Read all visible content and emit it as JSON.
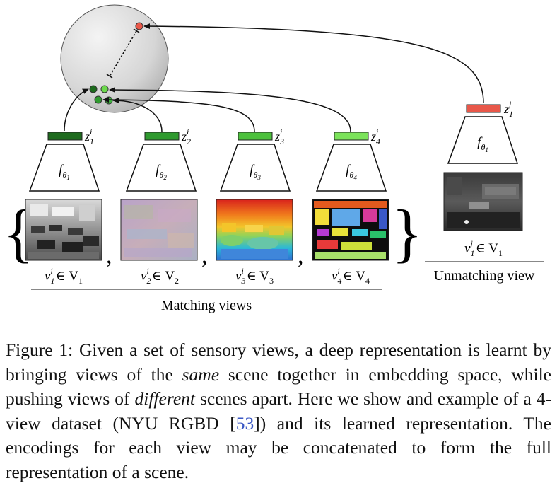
{
  "figure": {
    "views": [
      {
        "encoder": "fθ1",
        "code": "z",
        "code_sup": "i",
        "code_sub": "1",
        "view_var": "v",
        "view_sup": "i",
        "view_sub": "1",
        "view_set": "∈ V",
        "view_set_sub": "1",
        "code_color": "#1e6b1e",
        "node_color": "#1e6b1e"
      },
      {
        "encoder": "fθ2",
        "code": "z",
        "code_sup": "i",
        "code_sub": "2",
        "view_var": "v",
        "view_sup": "i",
        "view_sub": "2",
        "view_set": "∈ V",
        "view_set_sub": "2",
        "code_color": "#2f9a2f",
        "node_color": "#3fae3f"
      },
      {
        "encoder": "fθ3",
        "code": "z",
        "code_sup": "i",
        "code_sub": "3",
        "view_var": "v",
        "view_sup": "i",
        "view_sub": "3",
        "view_set": "∈ V",
        "view_set_sub": "3",
        "code_color": "#4cc03c",
        "node_color": "#2f9a2f"
      },
      {
        "encoder": "fθ4",
        "code": "z",
        "code_sup": "i",
        "code_sub": "4",
        "view_var": "v",
        "view_sup": "i",
        "view_sub": "4",
        "view_set": "∈ V",
        "view_set_sub": "4",
        "code_color": "#7be35a",
        "node_color": "#6bd84c"
      }
    ],
    "unmatching": {
      "encoder": "fθ1",
      "code": "z",
      "code_sup": "j",
      "code_sub": "1",
      "view_var": "v",
      "view_sup": "j",
      "view_sub": "1",
      "view_set": "∈ V",
      "view_set_sub": "1",
      "code_color": "#e8584a"
    },
    "matching_label": "Matching views",
    "unmatching_label": "Unmatching view",
    "colors": {
      "negative_node": "#e8584a",
      "sphere_light": "#f2f2f2",
      "sphere_dark": "#bdbdbd"
    }
  },
  "caption": {
    "label": "Figure 1:",
    "part1": "Given a set of sensory views, a deep representation is learnt by bringing views of the",
    "em1": "same",
    "part2": "scene together in embedding space, while pushing views of",
    "em2": "different",
    "part3": "scenes apart. Here we show and example of a 4-view dataset (NYU RGBD [",
    "cite": "53",
    "part4": "]) and its learned representation. The encodings for each view may be concatenated to form the full representation of a scene."
  }
}
